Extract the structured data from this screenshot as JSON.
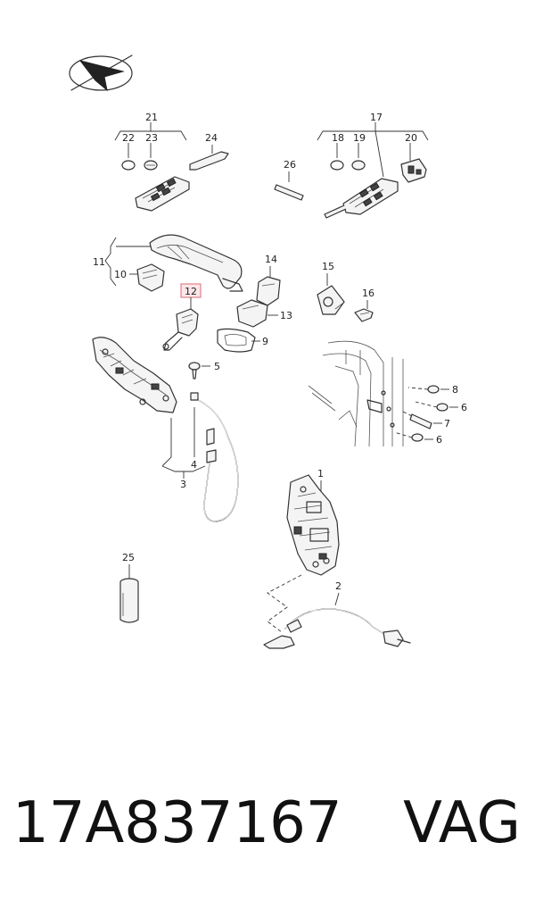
{
  "labels": {
    "l1": "1",
    "l2": "2",
    "l3": "3",
    "l4": "4",
    "l5": "5",
    "l6a": "6",
    "l6b": "6",
    "l7": "7",
    "l8": "8",
    "l9": "9",
    "l10": "10",
    "l11": "11",
    "l12": "12",
    "l13": "13",
    "l14": "14",
    "l15": "15",
    "l16": "16",
    "l17": "17",
    "l18": "18",
    "l19": "19",
    "l20": "20",
    "l21": "21",
    "l22": "22",
    "l23": "23",
    "l24": "24",
    "l25": "25",
    "l26": "26"
  },
  "highlight_color": "#e0828c",
  "caption": {
    "part_number": "17A837167",
    "brand": "VAG"
  }
}
